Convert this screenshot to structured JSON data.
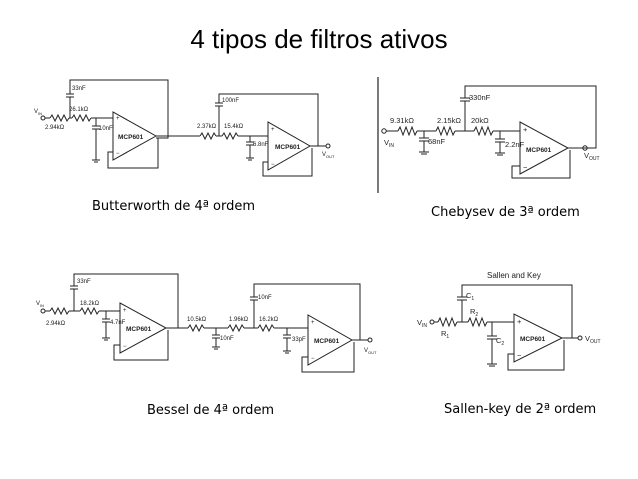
{
  "title": "4 tipos de filtros ativos",
  "captions": {
    "butterworth": "Butterworth de 4ª ordem",
    "chebyshev": "Chebysev de 3ª ordem",
    "bessel": "Bessel de 4ª ordem",
    "sallen_key": "Sallen-key de 2ª ordem"
  },
  "butterworth": {
    "vin": "V",
    "vin_sub": "IN",
    "r1": "2.94kΩ",
    "r2": "26.1kΩ",
    "c1": "33nF",
    "c2": "10nF",
    "r3": "2.37kΩ",
    "r4": "15.4kΩ",
    "c3": "100nF",
    "c4": "6.8nF",
    "op1": "MCP601",
    "op2": "MCP601",
    "vout": "V",
    "vout_sub": "OUT"
  },
  "chebyshev": {
    "vin": "V",
    "vin_sub": "IN",
    "r1": "9.31kΩ",
    "r2": "2.15kΩ",
    "r3": "20kΩ",
    "c1": "68nF",
    "c2": "330nF",
    "c3": "2.2nF",
    "op": "MCP601",
    "vout": "V",
    "vout_sub": "OUT"
  },
  "bessel": {
    "vin": "V",
    "vin_sub": "IN",
    "r1": "2.94kΩ",
    "r2": "18.2kΩ",
    "c1": "33nF",
    "c2": "4.7nF",
    "r3": "10.5kΩ",
    "r4": "1.96kΩ",
    "r5": "16.2kΩ",
    "c3": "10nF",
    "c4": "10nF",
    "c5": "33pF",
    "op1": "MCP601",
    "op2": "MCP601",
    "vout": "V",
    "vout_sub": "OUT"
  },
  "sallen_key": {
    "header": "Sallen and Key",
    "vin": "V",
    "vin_sub": "IN",
    "r1": "R",
    "r1_sub": "1",
    "r2": "R",
    "r2_sub": "2",
    "c1": "C",
    "c1_sub": "1",
    "c2": "C",
    "c2_sub": "2",
    "op": "MCP601",
    "vout": "V",
    "vout_sub": "OUT"
  }
}
